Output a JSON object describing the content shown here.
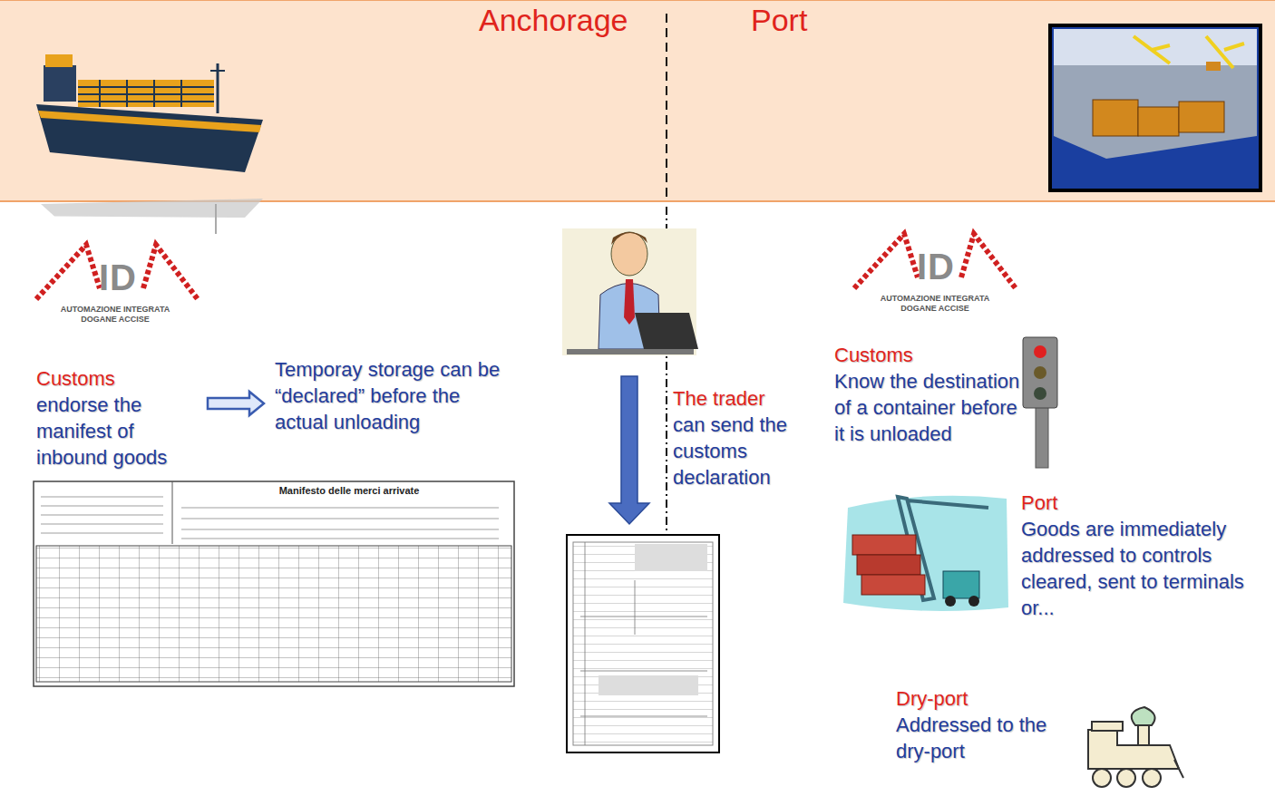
{
  "diagram": {
    "nodes": [
      {
        "text": [
          "Customs",
          "endorse the manifest of inbound goods"
        ]
      },
      {
        "text": [
          "Temporay storage  can be “declared” before the actual unloading"
        ]
      },
      {
        "text": [
          "The trader",
          "can send the customs declaration"
        ]
      },
      {
        "text": [
          "Customs",
          "Know the destination of a container before it is unloaded"
        ]
      },
      {
        "text": [
          "Port",
          "Goods are immediately addressed to controls cleared,  sent to terminals or..."
        ]
      },
      {
        "text": [
          "Dry-port",
          "Addressed to the dry-port"
        ]
      }
    ],
    "edges": [
      {
        "from": 0,
        "to": 1,
        "arrow": "to"
      }
    ],
    "labels": [
      "Anchorage",
      "Port",
      "ID",
      "AUTOMAZIONE INTEGRATA DOGANE ACCISE",
      "ID",
      "AUTOMAZIONE INTEGRATA DOGANE ACCISE",
      "Manifesto delle merci arrivate"
    ]
  }
}
